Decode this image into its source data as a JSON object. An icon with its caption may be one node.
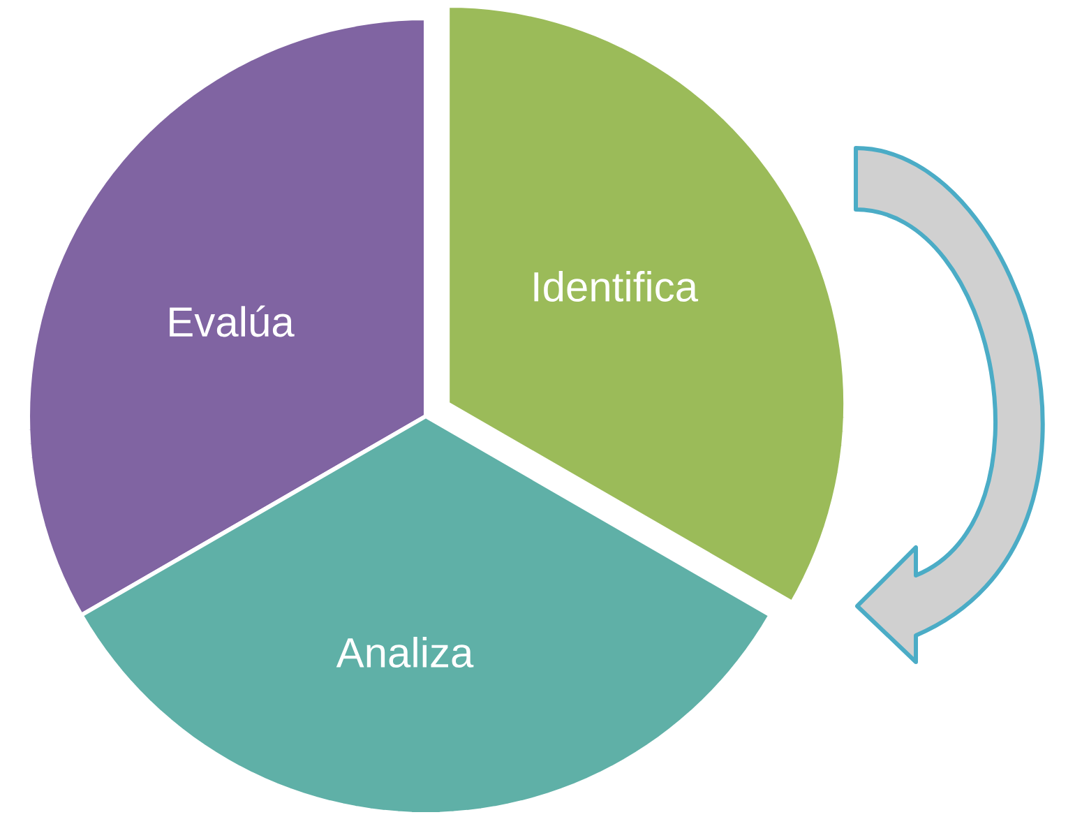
{
  "diagram": {
    "nodes": [
      {
        "text": [
          "Identifica"
        ]
      },
      {
        "text": [
          "Evalúa"
        ]
      },
      {
        "text": [
          "Analiza"
        ]
      }
    ]
  }
}
